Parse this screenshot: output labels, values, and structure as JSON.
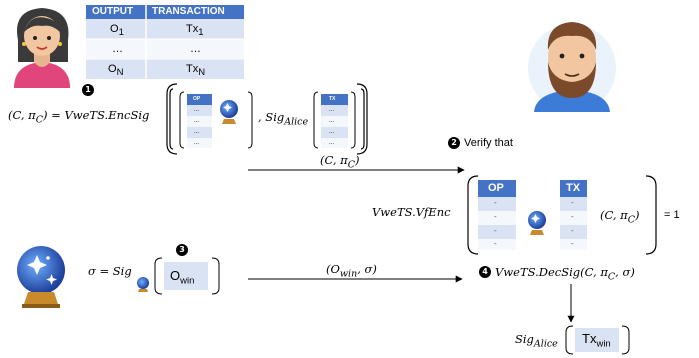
{
  "table": {
    "headers": [
      "OUTPUT",
      "TRANSACTION"
    ],
    "rows": [
      {
        "output": "O",
        "output_sub": "1",
        "tx": "Tx",
        "tx_sub": "1"
      },
      {
        "output": "…",
        "output_sub": "",
        "tx": "…",
        "tx_sub": ""
      },
      {
        "output": "O",
        "output_sub": "N",
        "tx": "Tx",
        "tx_sub": "N"
      }
    ]
  },
  "steps": {
    "step1_number": "1",
    "step2_number": "2",
    "step3_number": "3",
    "step4_number": "4",
    "enc_lhs": "(C, π",
    "enc_lhs_sub": "C",
    "enc_rhs": ") = VweTS.EncSig",
    "sig_alice": ", Sig",
    "sig_alice_sub": "Alice",
    "mini_op": "OP",
    "mini_tx": "TX",
    "mini_dots": "...",
    "verify_that": "Verify that",
    "arrow1_label": "(C, π",
    "arrow1_label_sub": "C",
    "arrow1_label_end": ")",
    "vfenc": "VweTS.VfEnc",
    "vf_op": "OP",
    "vf_tx": "TX",
    "vf_dash": "-",
    "vf_pair": "(C, π",
    "vf_pair_sub": "C",
    "vf_pair_end": ")",
    "vf_result": "= 1",
    "sigma_lhs": "σ = Sig",
    "o_win": "O",
    "o_win_sub": "win",
    "arrow2_label": "(O",
    "arrow2_label_sub": "win",
    "arrow2_label_end": ", σ)",
    "decsig": "VweTS.DecSig(C, π",
    "decsig_sub": "C",
    "decsig_end": ", σ)",
    "final_sig": "Sig",
    "final_sig_sub": "Alice",
    "tx_win": "Tx",
    "tx_win_sub": "win"
  },
  "colors": {
    "table_header": "#4472c4",
    "row_light": "#dae3f3",
    "row_white": "#f4f7fb",
    "oracle_body": "#2b3a8c",
    "woman_hair": "#3a3a3a",
    "woman_shirt": "#e0457b",
    "man_beard": "#7a4a2a"
  },
  "icons": [
    "woman-avatar-icon",
    "bearded-man-avatar-icon",
    "crystal-ball-oracle-icon"
  ]
}
